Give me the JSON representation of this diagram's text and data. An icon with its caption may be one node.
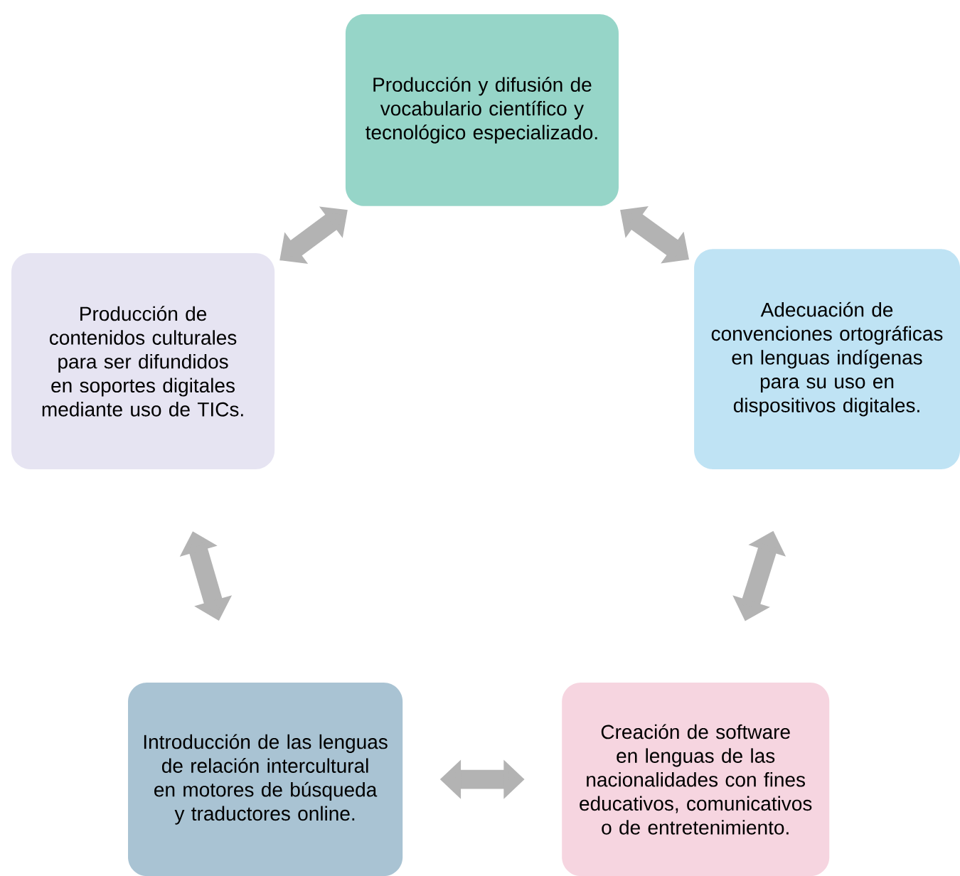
{
  "diagram": {
    "nodes": [
      {
        "text": [
          "Producción y difusión de vocabulario científico y tecnológico especializado."
        ]
      },
      {
        "text": [
          "Adecuación de convenciones ortográficas en lenguas indígenas para su uso en dispositivos digitales."
        ]
      },
      {
        "text": [
          "Creación de software en lenguas de las nacionalidades con fines educativos, comunicativos o de entretenimiento."
        ]
      },
      {
        "text": [
          "Introducción de las lenguas de relación intercultural en motores de búsqueda y traductores online."
        ]
      },
      {
        "text": [
          "Producción de contenidos culturales para ser difundidos en soportes digitales mediante uso de TICs."
        ]
      }
    ],
    "edges": [
      {
        "from": 4,
        "to": 0,
        "arrow": "both"
      },
      {
        "from": 0,
        "to": 1,
        "arrow": "both"
      },
      {
        "from": 1,
        "to": 2,
        "arrow": "both"
      },
      {
        "from": 2,
        "to": 3,
        "arrow": "both"
      },
      {
        "from": 3,
        "to": 4,
        "arrow": "both"
      }
    ]
  }
}
